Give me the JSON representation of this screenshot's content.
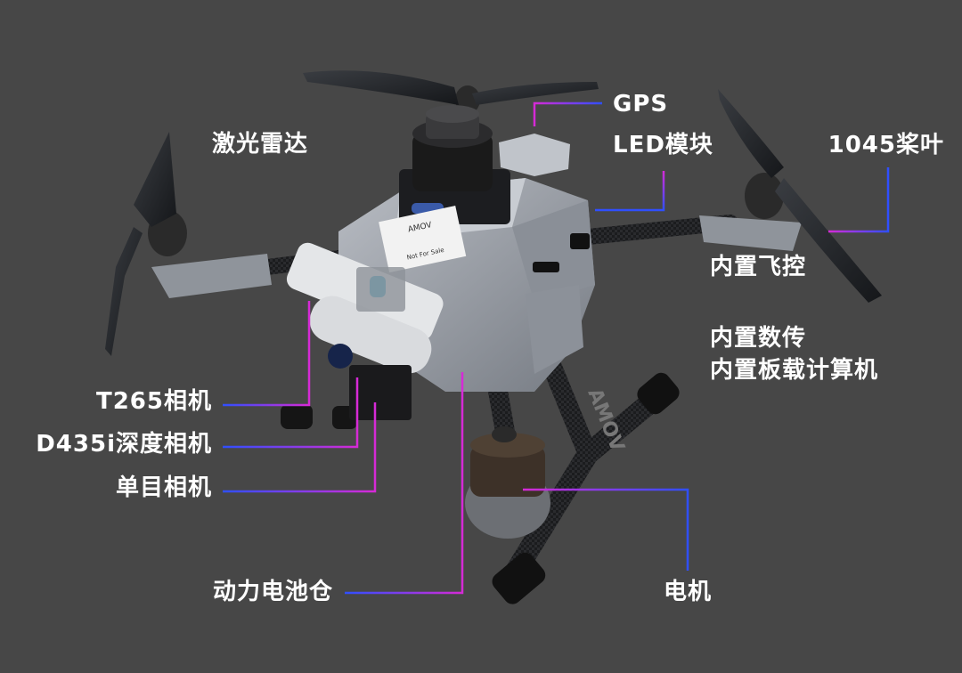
{
  "labels": {
    "gps": "GPS",
    "led_module": "LED模块",
    "propeller": "1045桨叶",
    "lidar": "激光雷达",
    "flight_controller": "内置飞控",
    "data_link": "内置数传",
    "onboard_computer": "内置板载计算机",
    "t265_camera": "T265相机",
    "d435i_camera": "D435i深度相机",
    "mono_camera": "单目相机",
    "battery_bay": "动力电池仓",
    "motor": "电机"
  },
  "drone_sticker": {
    "brand": "AMOV",
    "line1": "Not For Sale"
  },
  "arm_text": "AMOV",
  "colors": {
    "background": "#474747",
    "leader_blue": "#2f4fff",
    "leader_magenta": "#d62ad6",
    "label_text": "#ffffff"
  }
}
